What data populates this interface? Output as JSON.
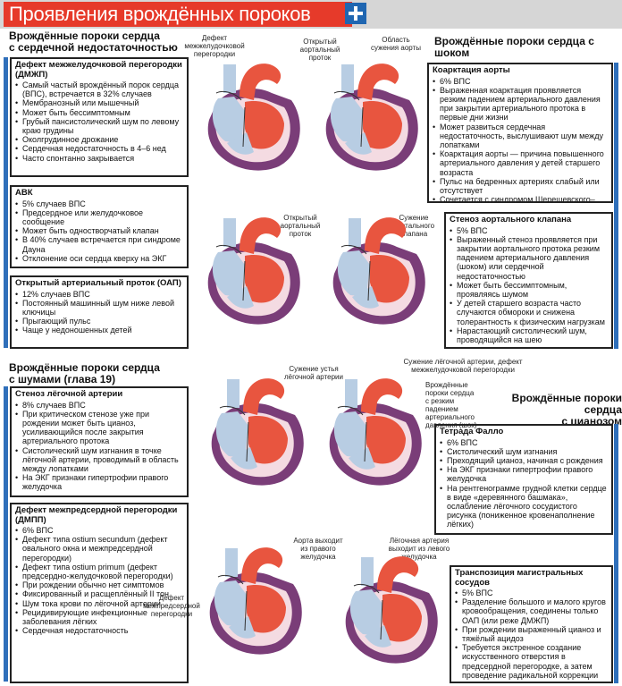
{
  "page_title": "Проявления врождённых пороков сердца",
  "sections": {
    "heart_failure": [
      "Врождённые пороки сердца",
      "с сердечной недостаточностью"
    ],
    "shock": "Врождённые пороки сердца с шоком",
    "murmur": [
      "Врождённые пороки сердца",
      "с шумами (глава 19)"
    ],
    "cyanosis": [
      "Врождённые пороки сердца",
      "с цианозом"
    ]
  },
  "boxes": {
    "vsd": {
      "title": "Дефект межжелудочковой перегородки (ДМЖП)",
      "items": [
        "Самый частый врождённый порок сердца (ВПС), встречается в 32% случаев",
        "Мембранозный или мышечный",
        "Может быть бессимптомным",
        "Грубый пансистолический шум по левому краю грудины",
        "Околгрудинное дрожание",
        "Сердечная недостаточность в 4–6 нед",
        "Часто спонтанно закрывается"
      ]
    },
    "avk": {
      "title": "АВК",
      "items": [
        "5% случаев ВПС",
        "Предсердное или желудочковое сообщение",
        "Может быть одностворчатый клапан",
        "В 40% случаев встречается при синдроме Дауна",
        "Отклонение оси сердца кверху на ЭКГ"
      ]
    },
    "pda": {
      "title": "Открытый артериальный проток (ОАП)",
      "items": [
        "12% случаев ВПС",
        "Постоянный машинный шум ниже левой ключицы",
        "Прыгающий пульс",
        "Чаще у недоношенных детей"
      ]
    },
    "coarct": {
      "title": "Коарктация аорты",
      "items": [
        "6% ВПС",
        "Выраженная коарктация проявляется резким падением артериального давления при закрытии артериального протока в первые дни жизни",
        "Может развиться сердечная недостаточность, выслушивают шум между лопатками",
        "Коарктация аорты — причина повышенного артериального давления у детей старшего возраста",
        "Пульс на бедренных артериях слабый или отсутствует",
        "Сочетается с синдромом Шерешевского–Тёрнера"
      ]
    },
    "aortic_stenosis": {
      "title": "Стеноз аортального клапана",
      "items": [
        "5% ВПС",
        "Выраженный стеноз проявляется при закрытии аортального протока резким падением артериального давления (шоком) или сердечной недостаточностью",
        "Может быть бессимптомным, проявляясь шумом",
        "У детей старшего возраста часто случаются обмороки и снижена толерантность к физическим нагрузкам",
        "Нарастающий систолический шум, проводящийся на шею"
      ]
    },
    "pulm_stenosis": {
      "title": "Стеноз лёгочной артерии",
      "items": [
        "8% случаев ВПС",
        "При критическом стенозе уже при рождении может быть цианоз, усиливающийся после закрытия артериального протока",
        "Систолический шум изгнания в точке лёгочной артерии, проводимый в область между лопатками",
        "На ЭКГ признаки гипертрофии правого желудочка"
      ]
    },
    "asd": {
      "title": "Дефект межпредсердной перегородки (ДМПП)",
      "items": [
        "6% ВПС",
        "Дефект типа ostium secundum (дефект овального окна и межпредсердной перегородки)",
        "Дефект типа ostium primum (дефект предсердно-желудочковой перегородки)",
        "При рождении обычно нет симптомов",
        "Фиксированный и расщеплённый II тон",
        "Шум тока крови по лёгочной артерии",
        "Рецидивирующие инфекционные заболевания лёгких",
        "Сердечная недостаточность"
      ]
    },
    "tof": {
      "title": "Тетрада Фалло",
      "items": [
        "6% ВПС",
        "Систолический шум изгнания",
        "Преходящий цианоз, начиная с рождения",
        "На ЭКГ признаки гипертрофии правого желудочка",
        "На рентгенограмме грудной клетки сердце в виде «деревянного башмака», ослабление лёгочного сосудистого рисунка (пониженное кровенаполнение лёгких)"
      ]
    },
    "tga": {
      "title": "Транспозиция магистральных сосудов",
      "items": [
        "5% ВПС",
        "Разделение большого и малого кругов кровообращения, соединены только ОАП (или реже ДМЖП)",
        "При рождении выраженный цианоз и тяжёлый ацидоз",
        "Требуется экстренное создание искусственного отверстия в предсердной перегородке, а затем проведение радикальной коррекции порока"
      ]
    }
  },
  "labels": {
    "vsd_defect": "Дефект межжелудочковой перегородки",
    "open_duct_1": "Открытый аортальный проток",
    "coarct_area": "Область сужения аорты",
    "open_duct_2": "Открытый аортальный проток",
    "valve_narrowing": "Сужение аортального клапана",
    "pulm_narrowing": "Сужение устья лёгочной артерии",
    "pulm_tof": "Сужение лёгочной артерии, дефект межжелудочковой перегородки",
    "shock_note": "Врождённые пороки сердца с резким падением артериального давления (шок)",
    "asd_defect": "Дефект межпредсердной перегородки",
    "aorta_from_rv": "Аорта выходит из правого желудочка",
    "pa_from_lv": "Лёгочная артерия выходит из левого желудочка"
  },
  "colors": {
    "title_bg": "#e63a2a",
    "accent_blue": "#2f6fba",
    "heart_red": "#e8553f",
    "heart_purple": "#7a3d78",
    "vessel_blue": "#b8cde3"
  }
}
